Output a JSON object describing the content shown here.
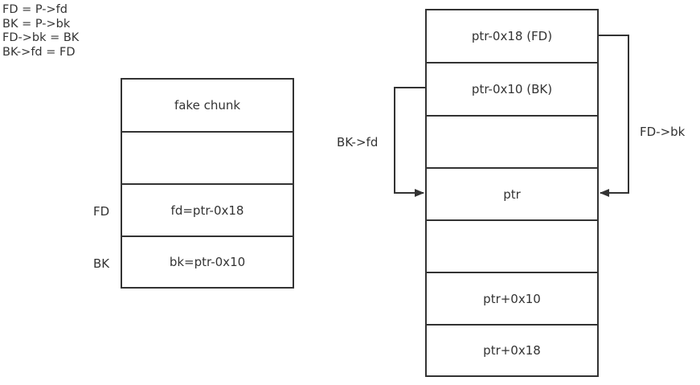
{
  "code_lines": [
    "FD = P->fd",
    "BK = P->bk",
    "FD->bk = BK",
    "BK->fd = FD"
  ],
  "fake_chunk": {
    "cells": [
      "fake chunk",
      "",
      "fd=ptr-0x18",
      "bk=ptr-0x10"
    ],
    "side_labels": {
      "fd": "FD",
      "bk": "BK"
    }
  },
  "memory": {
    "cells": [
      "ptr-0x18  (FD)",
      "ptr-0x10  (BK)",
      "",
      "ptr",
      "",
      "ptr+0x10",
      "ptr+0x18"
    ]
  },
  "arrows": {
    "bk_fd_label": "BK->fd",
    "fd_bk_label": "FD->bk"
  },
  "colors": {
    "line": "#333333",
    "text": "#333333"
  }
}
